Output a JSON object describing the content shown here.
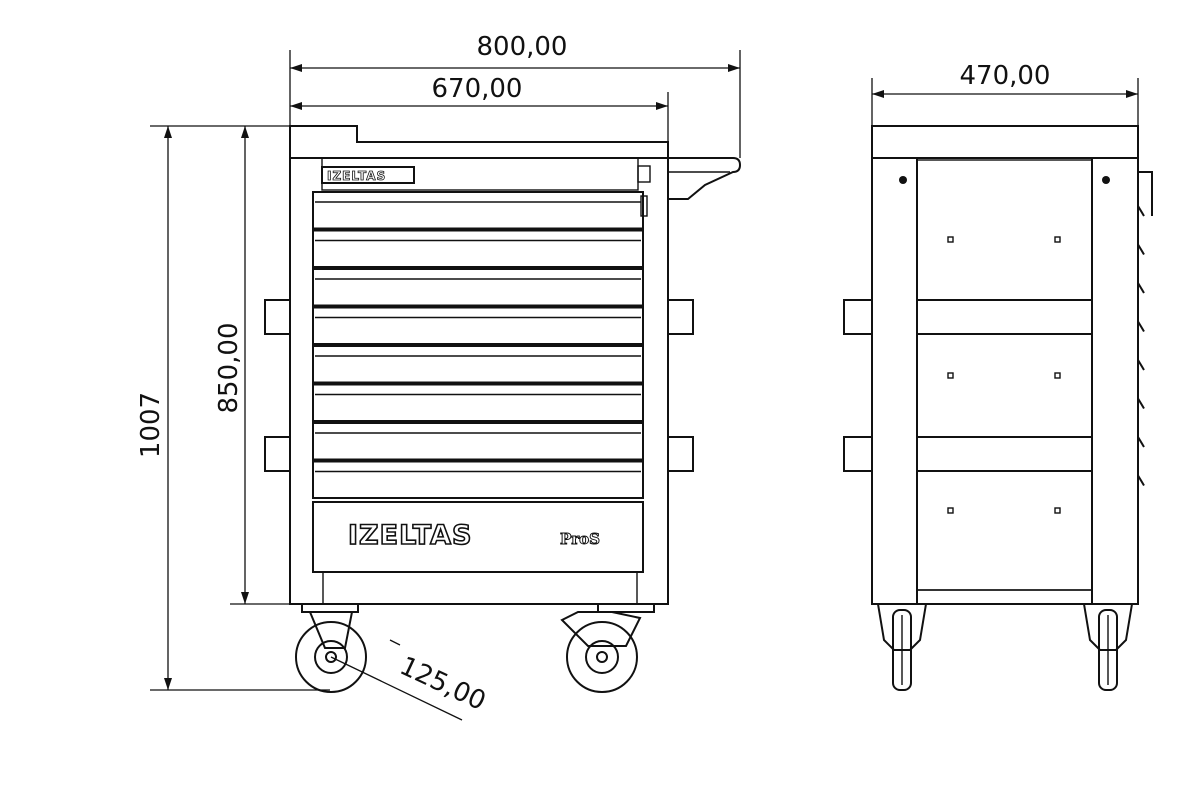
{
  "dimensions": {
    "total_width": "800,00",
    "body_width": "670,00",
    "depth": "470,00",
    "total_height": "1007",
    "body_height": "850,00",
    "wheel_diameter": "125,00"
  },
  "branding": {
    "logo_main": "IZELTAS",
    "logo_suffix": "ProS",
    "logo_small": "IZELTAS"
  },
  "drawer_count": 8,
  "colors": {
    "line": "#111111",
    "background": "#ffffff"
  }
}
